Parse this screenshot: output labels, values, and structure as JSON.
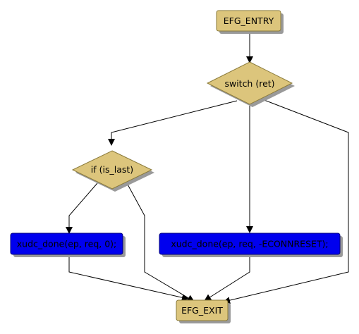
{
  "nodes": {
    "entry": {
      "label": "EFG_ENTRY",
      "fill": "#dcc57c"
    },
    "switch": {
      "label": "switch (ret)",
      "fill": "#dcc57c"
    },
    "if_last": {
      "label": "if (is_last)",
      "fill": "#dcc57c"
    },
    "call_zero": {
      "label": "xudc_done(ep, req, 0);",
      "fill": "#0000ee"
    },
    "call_reset": {
      "label": "xudc_done(ep, req, -ECONNRESET);",
      "fill": "#0000ee"
    },
    "exit": {
      "label": "EFG_EXIT",
      "fill": "#dcc57c"
    }
  },
  "edges": [
    {
      "from": "EFG_ENTRY",
      "to": "switch (ret)"
    },
    {
      "from": "switch (ret)",
      "to": "if (is_last)"
    },
    {
      "from": "switch (ret)",
      "to": "xudc_done(ep, req, -ECONNRESET);"
    },
    {
      "from": "switch (ret)",
      "to": "EFG_EXIT"
    },
    {
      "from": "if (is_last)",
      "to": "xudc_done(ep, req, 0);"
    },
    {
      "from": "if (is_last)",
      "to": "EFG_EXIT"
    },
    {
      "from": "xudc_done(ep, req, 0);",
      "to": "EFG_EXIT"
    },
    {
      "from": "xudc_done(ep, req, -ECONNRESET);",
      "to": "EFG_EXIT"
    }
  ],
  "colors": {
    "edge": "#000000",
    "shadow": "#9a9a9a",
    "text_on_dark": "#000000"
  }
}
